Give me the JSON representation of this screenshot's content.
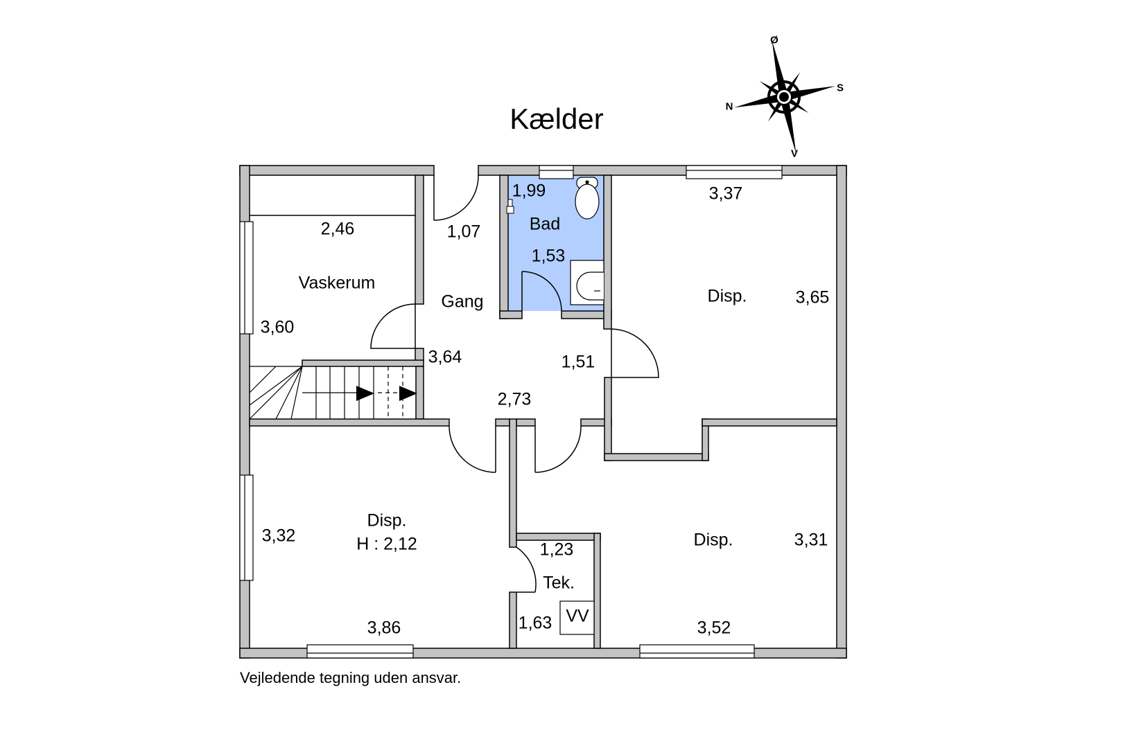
{
  "title": "Kælder",
  "disclaimer": "Vejledende tegning uden ansvar.",
  "compass": {
    "north": "N",
    "south": "S",
    "east": "Ø",
    "west": "V"
  },
  "colors": {
    "wall": "#c3c3c3",
    "bathroom": "#b3cfff"
  },
  "rooms": {
    "vaskerum": {
      "label": "Vaskerum",
      "width": "2,46",
      "depth": "3,60"
    },
    "gang": {
      "label": "Gang",
      "dims": [
        "1,07",
        "3,64",
        "2,73",
        "1,51"
      ]
    },
    "bad": {
      "label": "Bad",
      "width": "1,99",
      "depth": "1,53"
    },
    "disp_ne": {
      "label": "Disp.",
      "width": "3,37",
      "depth": "3,65"
    },
    "disp_sw": {
      "label": "Disp.",
      "height": "H : 2,12",
      "width": "3,86",
      "depth": "3,32"
    },
    "tek": {
      "label": "Tek.",
      "width": "1,23",
      "depth": "1,63",
      "fixture": "VV"
    },
    "disp_se": {
      "label": "Disp.",
      "width": "3,52",
      "depth": "3,31"
    }
  }
}
